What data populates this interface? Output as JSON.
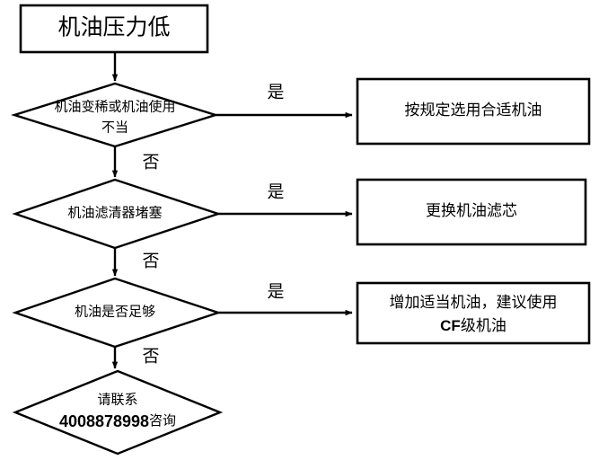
{
  "diagram": {
    "title": "机油压力低",
    "type": "flowchart",
    "orientation": "top-down",
    "background_color": "#ffffff",
    "line_color": "#000000",
    "text_color": "#000000"
  },
  "start_node": {
    "id": "start",
    "shape": "rectangle",
    "label": "机油压力低"
  },
  "decisions": [
    {
      "id": "decision-1",
      "shape": "diamond",
      "line1": "机油变稀或机油使用",
      "line2": "不当",
      "yes_label": "是",
      "no_label": "否"
    },
    {
      "id": "decision-2",
      "shape": "diamond",
      "line1": "机油滤清器堵塞",
      "line2": "",
      "yes_label": "是",
      "no_label": "否"
    },
    {
      "id": "decision-3",
      "shape": "diamond",
      "line1": "机油是否足够",
      "line2": "",
      "yes_label": "是",
      "no_label": "否"
    }
  ],
  "actions": [
    {
      "id": "action-1",
      "shape": "rectangle",
      "line1": "按规定选用合适机油",
      "line2": ""
    },
    {
      "id": "action-2",
      "shape": "rectangle",
      "line1": "更换机油滤芯",
      "line2": ""
    },
    {
      "id": "action-3",
      "shape": "rectangle",
      "line1": "增加适当机油，建议使用",
      "line2_bold": "CF",
      "line2_rest": "级机油"
    }
  ],
  "end_node": {
    "id": "end",
    "shape": "diamond",
    "line1": "请联系",
    "line2_bold": "4008878998",
    "line2_rest": "咨询"
  }
}
